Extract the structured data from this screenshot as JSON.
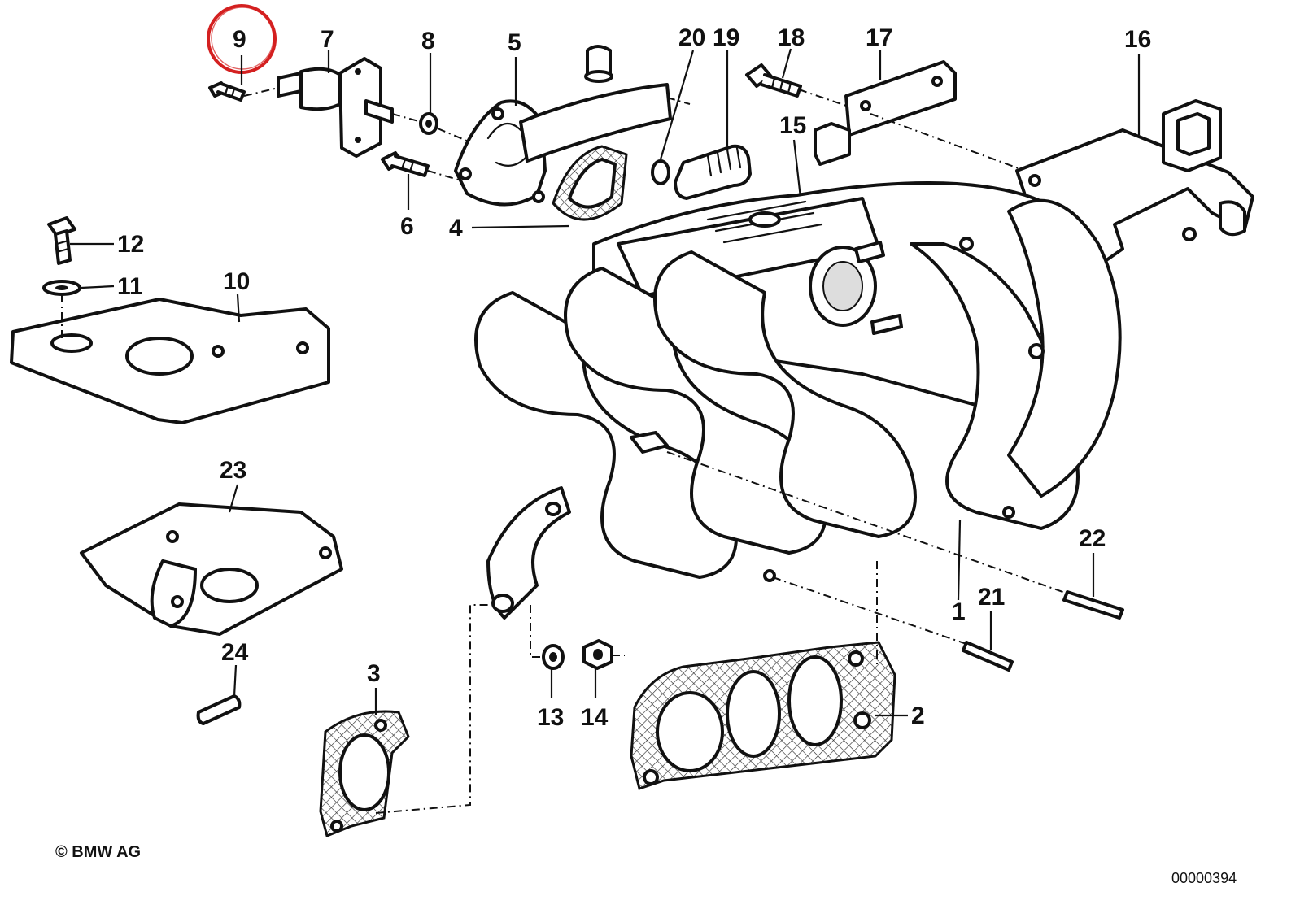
{
  "diagram": {
    "callouts": {
      "c1": "1",
      "c2": "2",
      "c3": "3",
      "c4": "4",
      "c5": "5",
      "c6": "6",
      "c7": "7",
      "c8": "8",
      "c9": "9",
      "c10": "10",
      "c11": "11",
      "c12": "12",
      "c13": "13",
      "c14": "14",
      "c15": "15",
      "c16": "16",
      "c17": "17",
      "c18": "18",
      "c19": "19",
      "c20": "20",
      "c21": "21",
      "c22": "22",
      "c23": "23",
      "c24": "24"
    },
    "highlighted_callout": "9",
    "highlight_color": "#d42020",
    "copyright": "© BMW AG",
    "figure_id": "00000394"
  }
}
